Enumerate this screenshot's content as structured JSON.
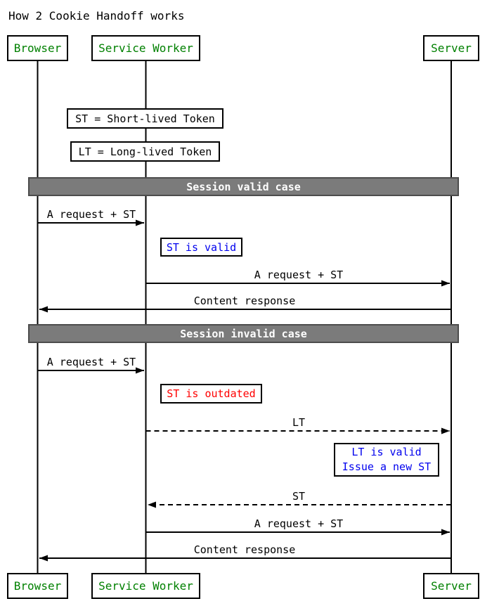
{
  "title": "How 2 Cookie Handoff works",
  "actors": [
    {
      "label": "Browser"
    },
    {
      "label": "Service Worker"
    },
    {
      "label": "Server"
    }
  ],
  "legend_notes": [
    {
      "text": "ST = Short-lived Token"
    },
    {
      "text": "LT = Long-lived Token"
    }
  ],
  "sections": [
    {
      "label": "Session valid case"
    },
    {
      "label": "Session invalid case"
    }
  ],
  "messages": [
    {
      "label": "A request + ST",
      "from": "Browser",
      "to": "Service Worker",
      "line": "solid"
    },
    {
      "label": "A request + ST",
      "from": "Service Worker",
      "to": "Server",
      "line": "solid"
    },
    {
      "label": "Content response",
      "from": "Server",
      "to": "Browser",
      "line": "solid"
    },
    {
      "label": "A request + ST",
      "from": "Browser",
      "to": "Service Worker",
      "line": "solid"
    },
    {
      "label": "LT",
      "from": "Service Worker",
      "to": "Server",
      "line": "dashed"
    },
    {
      "label": "ST",
      "from": "Server",
      "to": "Service Worker",
      "line": "dashed"
    },
    {
      "label": "A request + ST",
      "from": "Service Worker",
      "to": "Server",
      "line": "solid"
    },
    {
      "label": "Content response",
      "from": "Server",
      "to": "Browser",
      "line": "solid"
    }
  ],
  "notes": {
    "st_valid": "ST is valid",
    "st_outdated": "ST is outdated",
    "lt_valid_line1": "LT is valid",
    "lt_valid_line2": "Issue a new ST"
  },
  "colors": {
    "actor_text": "#008000",
    "note_ok_text": "#0000ee",
    "note_error_text": "#ff0000",
    "section_fill": "#7b7b7b",
    "section_border": "#4c4c4c",
    "line": "#000000",
    "section_text": "#ffffff"
  }
}
